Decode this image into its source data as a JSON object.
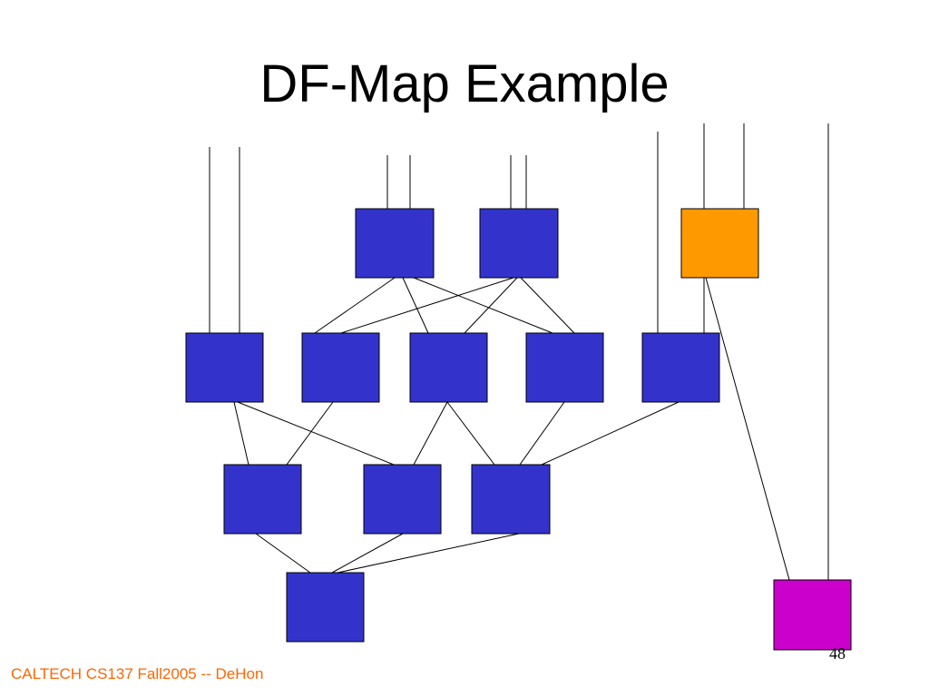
{
  "slide": {
    "title": "DF-Map Example",
    "footer": "CALTECH CS137 Fall2005 -- DeHon",
    "page_number": "48"
  },
  "colors": {
    "node_blue": "#3333cc",
    "node_orange": "#ff9900",
    "node_magenta": "#cc00cc",
    "footer_text": "#ff6600",
    "edge": "#000000"
  }
}
